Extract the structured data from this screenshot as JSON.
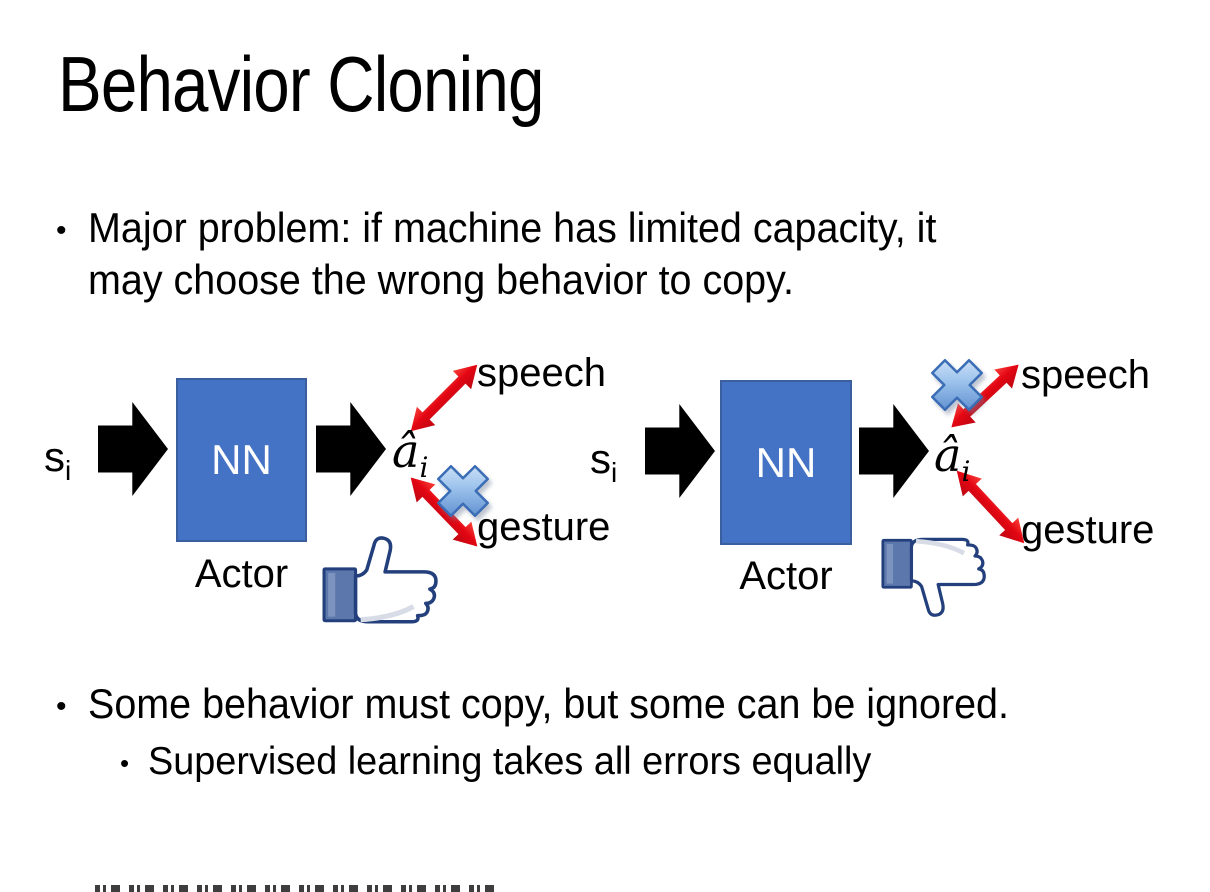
{
  "title": "Behavior Cloning",
  "bullets": {
    "major_problem": {
      "lines": [
        "Major problem: if machine has limited capacity, it",
        "may choose the wrong behavior to copy."
      ]
    },
    "some_behavior": {
      "text": "Some behavior must copy, but some can be ignored."
    },
    "supervised": {
      "text": "Supervised learning takes all errors equally"
    }
  },
  "diagrams": [
    {
      "input": {
        "base": "s",
        "sub": "i"
      },
      "nn_label": "NN",
      "caption": "Actor",
      "output": {
        "base": "â",
        "sub": "i"
      },
      "speech_label": "speech",
      "gesture_label": "gesture",
      "crossed_out": "gesture",
      "feedback_icon": "thumbs-up"
    },
    {
      "input": {
        "base": "s",
        "sub": "i"
      },
      "nn_label": "NN",
      "caption": "Actor",
      "output": {
        "base": "â",
        "sub": "i"
      },
      "speech_label": "speech",
      "gesture_label": "gesture",
      "crossed_out": "speech",
      "feedback_icon": "thumbs-down"
    }
  ],
  "colors": {
    "nn_box": "#4472C4",
    "nn_box_border": "#3B5F9E",
    "block_arrow": "#000000",
    "red_arrow": "#E30613",
    "cross_blue": "#4A7EC7",
    "thumb_outline": "#24407C",
    "thumb_cuff": "#5C77AC",
    "text": "#000000"
  }
}
